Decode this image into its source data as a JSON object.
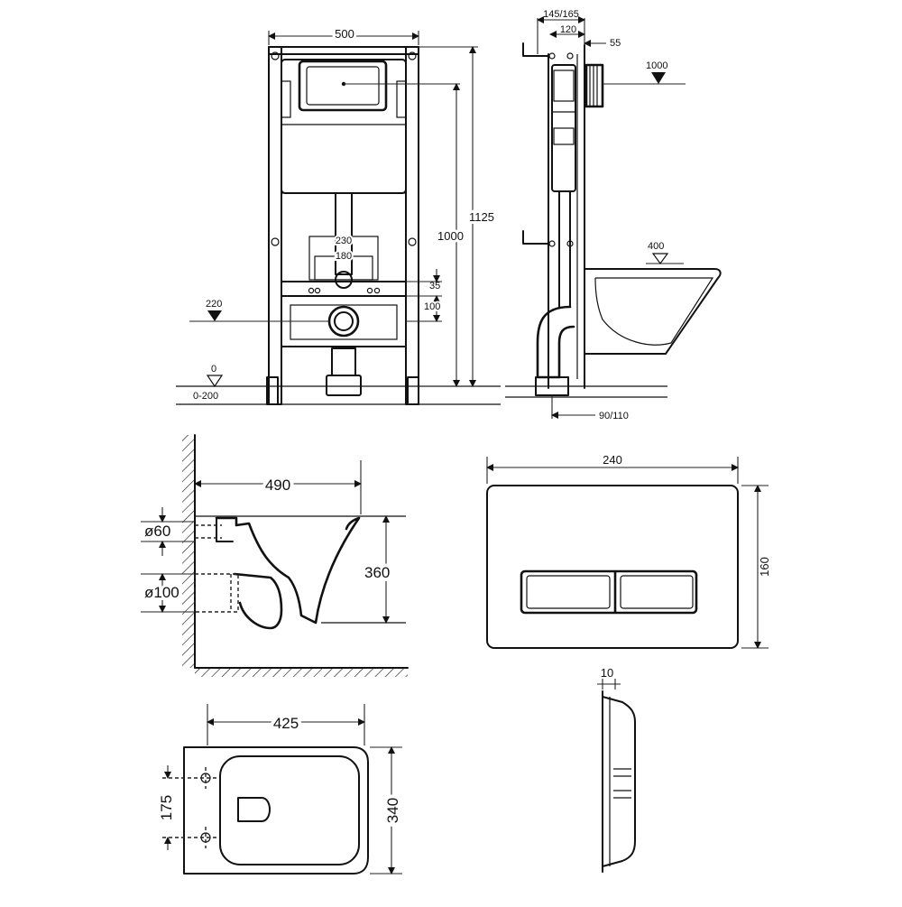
{
  "front_view": {
    "width_label": "500",
    "height_1125": "1125",
    "height_1000": "1000",
    "spacing_230": "230",
    "spacing_180": "180",
    "offset_35": "35",
    "offset_100": "100",
    "level_220": "220",
    "level_0": "0",
    "range_0_200": "0-200"
  },
  "side_view": {
    "depth_145_165": "145/165",
    "depth_120": "120",
    "depth_55": "55",
    "level_1000": "1000",
    "level_400": "400",
    "pipe_90_110": "90/110"
  },
  "toilet_side": {
    "length_490": "490",
    "height_360": "360",
    "inlet_60": "ø60",
    "outlet_100": "ø100"
  },
  "toilet_top": {
    "width_425": "425",
    "depth_340": "340",
    "bolt_175": "175"
  },
  "flush_plate": {
    "width_240": "240",
    "height_160": "160",
    "thickness_10": "10"
  }
}
